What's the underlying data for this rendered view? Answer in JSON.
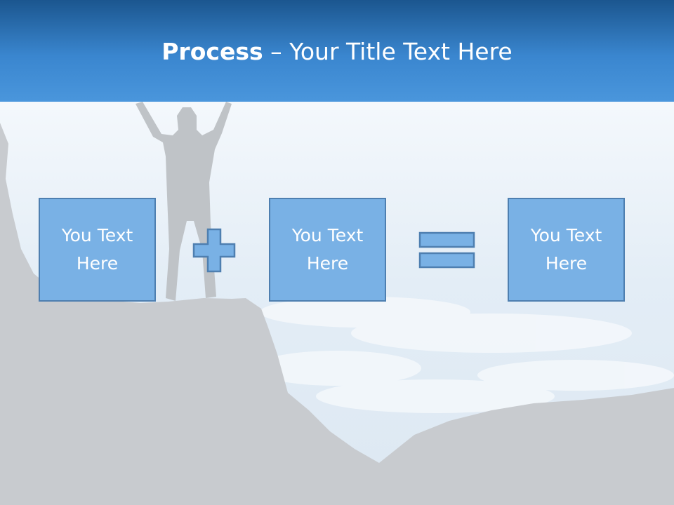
{
  "slide": {
    "title_bold": "Process",
    "title_rest": " – Your Title Text Here"
  },
  "process": {
    "boxes": [
      {
        "label": "You Text Here"
      },
      {
        "label": "You Text Here"
      },
      {
        "label": "You Text Here"
      }
    ],
    "operators": [
      "plus-icon",
      "equals-icon"
    ]
  },
  "colors": {
    "header_top": "#1b568f",
    "header_bottom": "#4a96dc",
    "box_fill": "#79b1e5",
    "box_border": "#4e7fb0",
    "rock": "#c8cbcf",
    "sky": "#e4eef7"
  }
}
